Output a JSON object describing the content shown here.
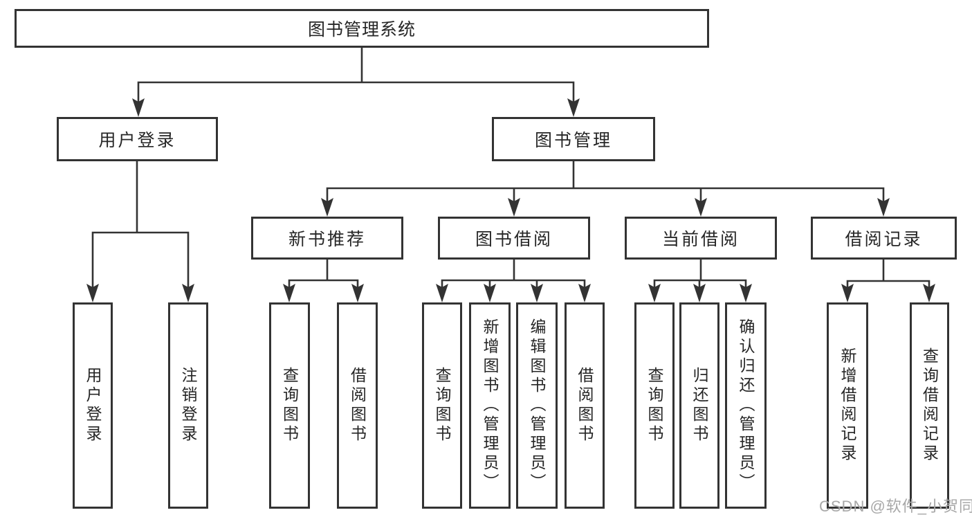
{
  "diagram": {
    "title": "图书管理系统",
    "level1": {
      "user_login": "用户登录",
      "book_mgmt": "图书管理"
    },
    "level2": {
      "new_book_rec": "新书推荐",
      "book_borrow": "图书借阅",
      "current_borrow": "当前借阅",
      "borrow_record": "借阅记录"
    },
    "leaves": {
      "ul_user_login": "用户登录",
      "ul_logout": "注销登录",
      "nb_query_book": "查询图书",
      "nb_borrow_book": "借阅图书",
      "bb_query_book": "查询图书",
      "bb_add_book": "新增图书（管理员）",
      "bb_edit_book": "编辑图书（管理员）",
      "bb_borrow_book": "借阅图书",
      "cb_query_book": "查询图书",
      "cb_return_book": "归还图书",
      "cb_confirm_return": "确认归还（管理员）",
      "br_add_record": "新增借阅记录",
      "br_query_record": "查询借阅记录"
    }
  },
  "watermark": "CSDN @软件_小贺同学",
  "colors": {
    "line": "#333333",
    "text": "#262626",
    "watermark": "#a8a8a8",
    "background": "#ffffff"
  }
}
